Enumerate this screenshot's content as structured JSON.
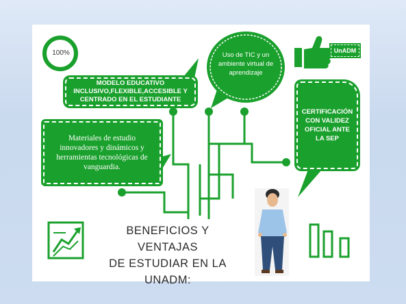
{
  "gauge": {
    "label": "100%",
    "percent": 100
  },
  "brand": {
    "tag": "UnADM",
    "icon": "thumbs-up-icon"
  },
  "boxes": {
    "modelo": "MODELO EDUCATIVO INCLUSIVO,FLEXIBLE,ACCESIBLE Y CENTRADO EN EL ESTUDIANTE",
    "tic": "Uso de TIC y un ambiente virtual de aprendizaje",
    "materiales": "Materiales de estudio innovadores y dinámicos y herramientas tecnológicas de vanguardia.",
    "certificacion": "CERTIFICACIÓN CON VALIDEZ OFICIAL ANTE LA SEP"
  },
  "title": {
    "line1": "BENEFICIOS Y VENTAJAS",
    "line2": "DE ESTUDIAR EN LA",
    "line3": "UNADM:"
  },
  "colors": {
    "accent": "#1aa02c",
    "accent_light": "#b7e1b5",
    "background": "#d3e0f1"
  },
  "icons": [
    "growth-chart-icon",
    "bar-chart-icon",
    "student-figure",
    "thumbs-up-icon"
  ]
}
